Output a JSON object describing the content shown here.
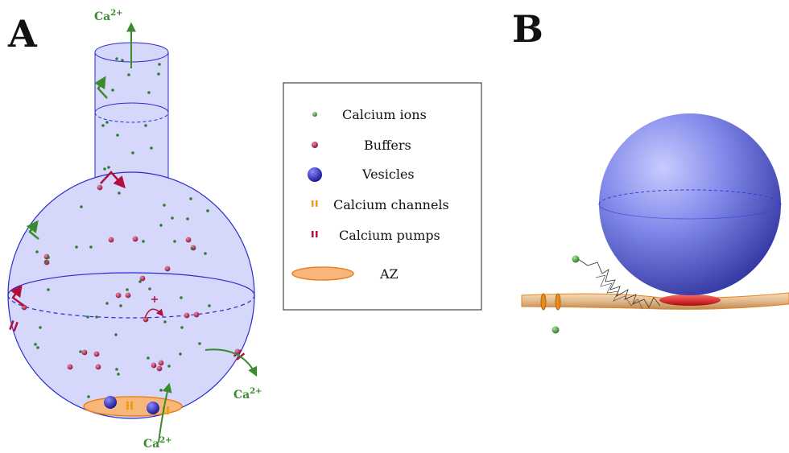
{
  "panels": {
    "a_label": "A",
    "b_label": "B"
  },
  "ions": {
    "symbol": "Ca",
    "charge": "2+"
  },
  "legend": {
    "items": [
      {
        "label": "Calcium ions"
      },
      {
        "label": "Buffers"
      },
      {
        "label": "Vesicles"
      },
      {
        "label": "Calcium channels"
      },
      {
        "label": "Calcium pumps"
      },
      {
        "label": "AZ"
      }
    ]
  },
  "colors": {
    "ion_green": "#2e7d32",
    "arrow_green": "#3a8a2e",
    "buffer_red": "#a01a4a",
    "pump_red": "#b0103c",
    "vesicle_blue": "#1a1aa0",
    "channel_orange": "#f39c12",
    "az_fill": "#f7b77a",
    "az_stroke": "#e8821e",
    "compartment_fill": "#d6d8fb",
    "compartment_stroke": "#2a2ad0",
    "membrane_tan": "#e8c79a",
    "active_zone_red": "#d11a1a"
  }
}
